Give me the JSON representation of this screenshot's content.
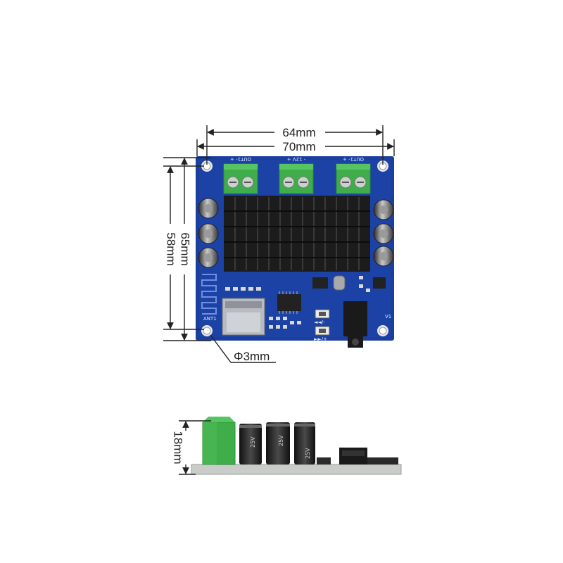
{
  "dimensions": {
    "inner_width": "64mm",
    "outer_width": "70mm",
    "outer_height": "65mm",
    "inner_height": "58mm",
    "hole_diameter": "Φ3mm",
    "board_thickness": "18mm"
  },
  "silkscreen": {
    "terminal_left": "OUT1-  +",
    "terminal_center": "-  12V  +",
    "terminal_right": "OUT1-  +",
    "antenna": "ANT1",
    "version": "V1",
    "prev_button": "◄◄/-",
    "next_button": "►►/+"
  },
  "capacitor_marking": "25V",
  "colors": {
    "pcb": "#1b3f9e",
    "pcb_dark": "#132c73",
    "terminal": "#3fae4a",
    "heatsink": "#1c1c1c",
    "dimension_line": "#222222"
  }
}
